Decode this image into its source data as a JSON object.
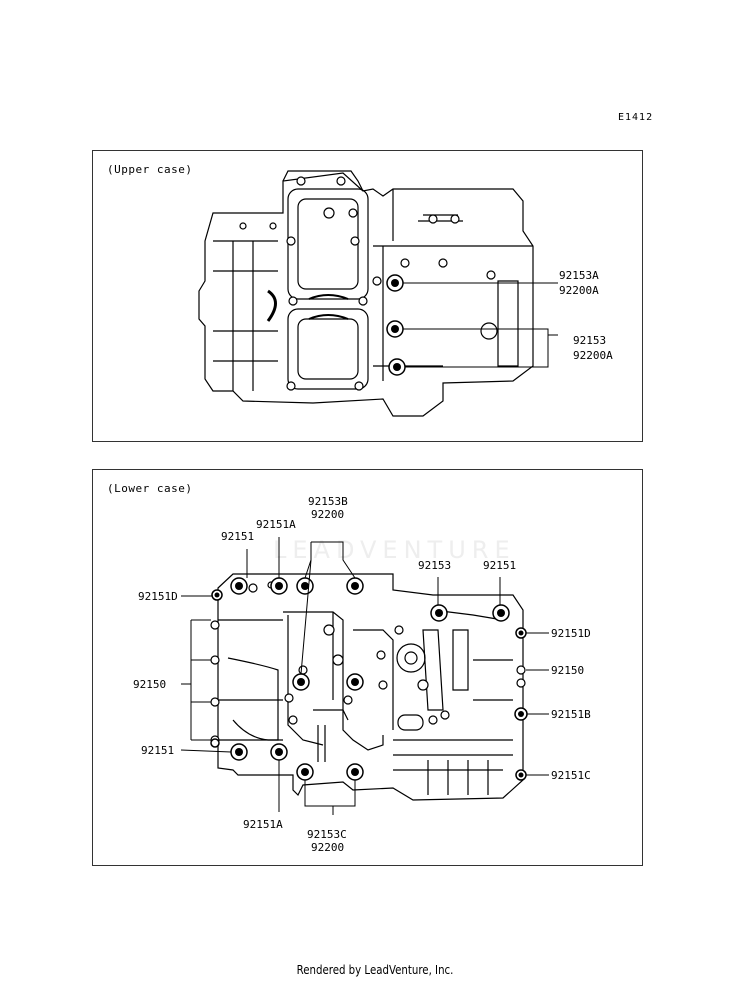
{
  "diagram_code": "E1412",
  "upper": {
    "title": "(Upper case)",
    "labels": {
      "a1": "92153A",
      "a2": "92200A",
      "b1": "92153",
      "b2": "92200A"
    }
  },
  "lower": {
    "title": "(Lower case)",
    "labels": {
      "top_b1": "92153B",
      "top_b2": "92200",
      "l_151a_top": "92151A",
      "l_151_top": "92151",
      "l_151d_left": "92151D",
      "l_150_left": "92150",
      "l_151_left": "92151",
      "r_153": "92153",
      "r_151": "92151",
      "r_151d": "92151D",
      "r_150": "92150",
      "r_151b": "92151B",
      "r_151c": "92151C",
      "bot_151a": "92151A",
      "bot_c1": "92153C",
      "bot_c2": "92200"
    }
  },
  "watermark": "LEADVENTURE",
  "footer": "Rendered by LeadVenture, Inc."
}
